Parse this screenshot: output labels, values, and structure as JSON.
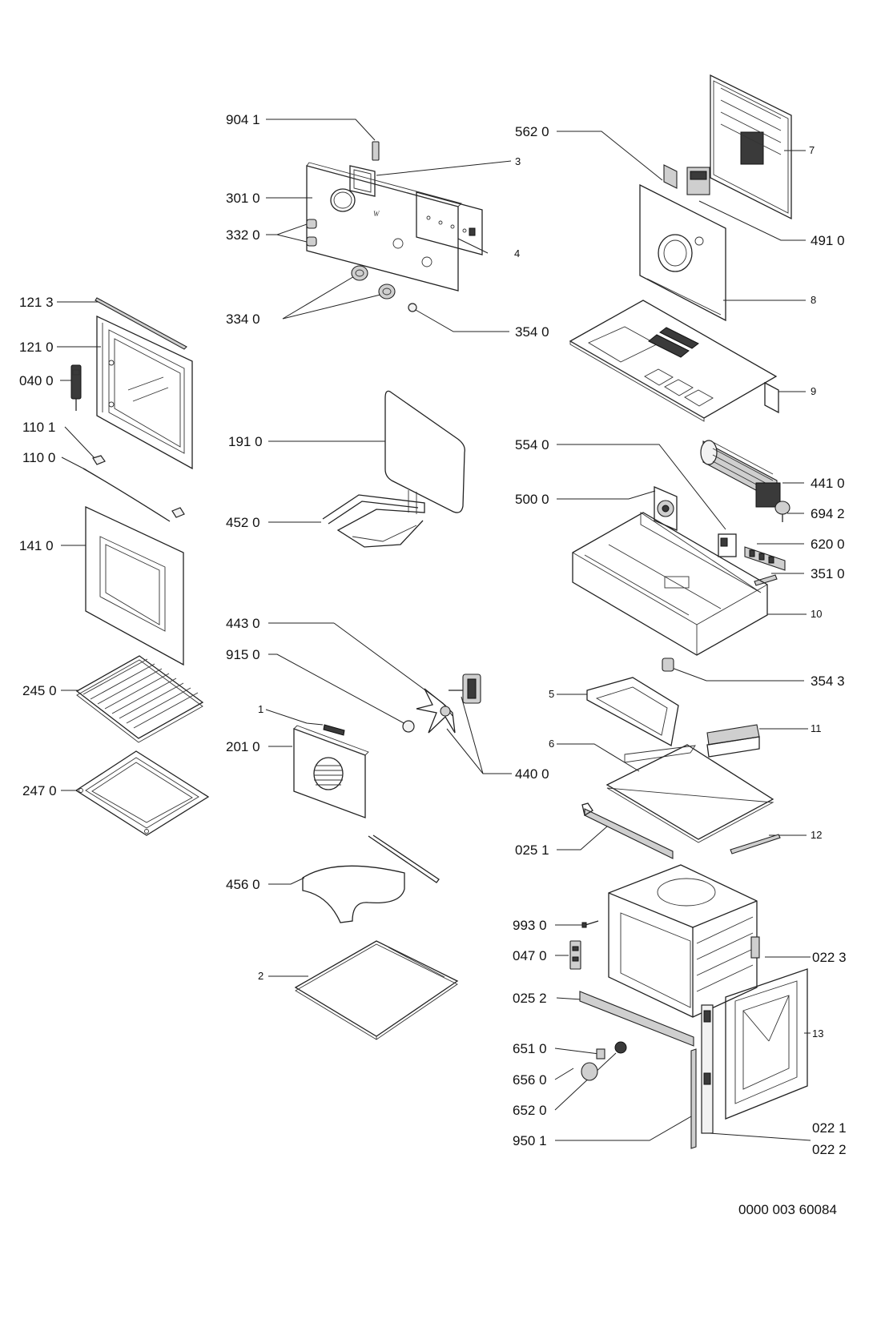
{
  "diagram": {
    "doc_number": "0000 003 60084",
    "labels": {
      "p9041": "904 1",
      "p3": "3",
      "p3010": "301 0",
      "p3320": "332 0",
      "p4": "4",
      "p3340": "334 0",
      "p3540": "354 0",
      "p1213": "121 3",
      "p1210": "121 0",
      "p0400": "040 0",
      "p1101": "110 1",
      "p1100": "110 0",
      "p1410": "141 0",
      "p2450": "245 0",
      "p2470": "247 0",
      "p1910": "191 0",
      "p4520": "452 0",
      "p4430": "443 0",
      "p9150": "915 0",
      "p1": "1",
      "p2010": "201 0",
      "p4400": "440 0",
      "p4560": "456 0",
      "p2": "2",
      "p5620": "562 0",
      "p7": "7",
      "p4910": "491 0",
      "p8": "8",
      "p9": "9",
      "p5540": "554 0",
      "p4410": "441 0",
      "p5000": "500 0",
      "p6942": "694 2",
      "p6200": "620 0",
      "p3510": "351 0",
      "p10": "10",
      "p3543": "354 3",
      "p5": "5",
      "p11": "11",
      "p6": "6",
      "p0251": "025 1",
      "p12": "12",
      "p9930": "993 0",
      "p0470": "047 0",
      "p0223": "022 3",
      "p0252": "025 2",
      "p13": "13",
      "p6510": "651 0",
      "p6560": "656 0",
      "p6520": "652 0",
      "p9501": "950 1",
      "p0221": "022 1",
      "p0222": "022 2"
    }
  }
}
